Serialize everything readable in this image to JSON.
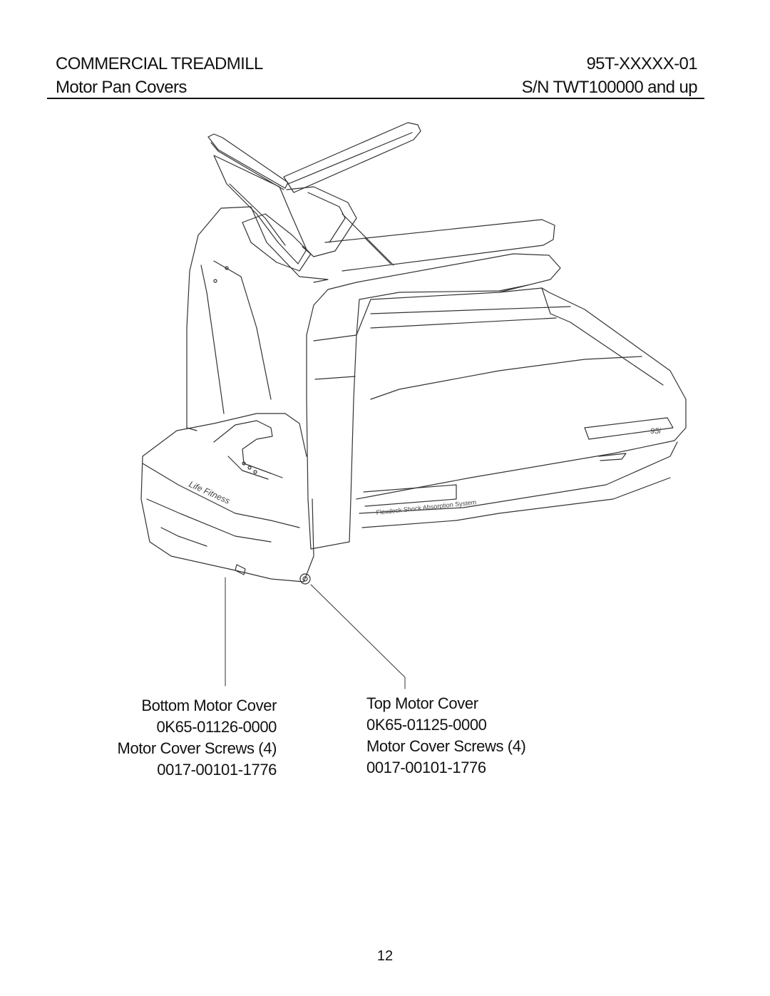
{
  "header": {
    "title": "COMMERCIAL TREADMILL",
    "model": "95T-XXXXX-01",
    "section": "Motor Pan Covers",
    "serial": "S/N TWT100000 and up"
  },
  "parts": {
    "bottom": {
      "name": "Bottom Motor Cover",
      "number": "0K65-01126-0000",
      "screws": "Motor Cover Screws (4)",
      "screw_number": "0017-00101-1776"
    },
    "top": {
      "name": "Top Motor Cover",
      "number": "0K65-01125-0000",
      "screws": "Motor Cover Screws (4)",
      "screw_number": "0017-00101-1776"
    }
  },
  "illustration": {
    "brand_logo": "Life Fitness",
    "model_badge": "95i",
    "decal": "Flexdeck Shock Absorption System"
  },
  "footer": {
    "page_number": "12"
  }
}
